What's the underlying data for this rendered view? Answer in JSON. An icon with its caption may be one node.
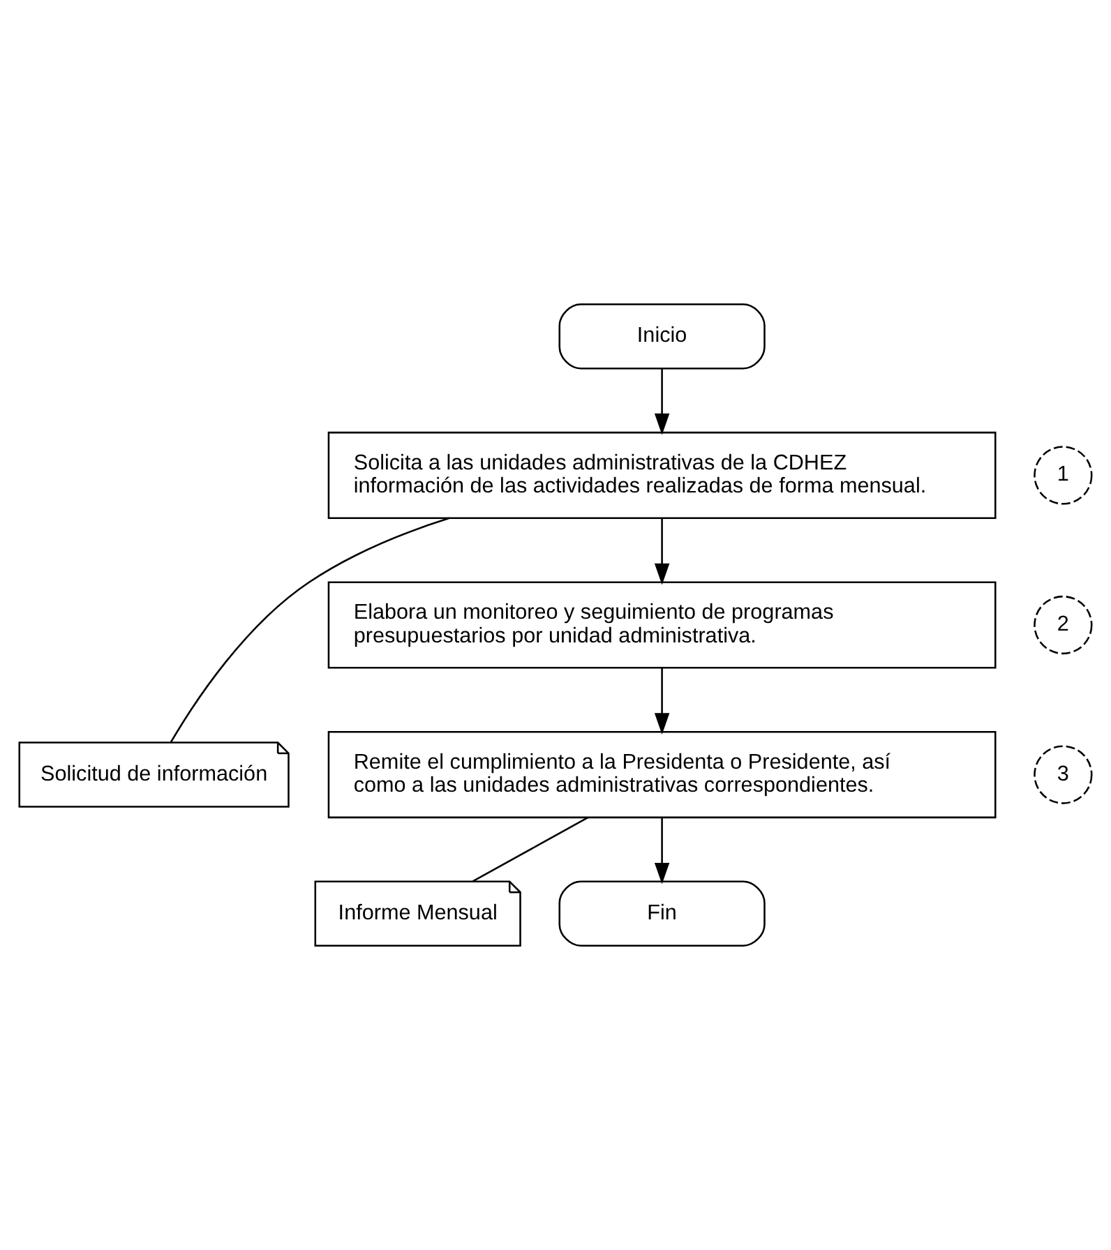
{
  "diagram": {
    "nodes": [
      {
        "text": [
          "Inicio"
        ]
      },
      {
        "text": [
          "Solicita a las unidades administrativas de la CDHEZ información de las actividades realizadas de forma mensual."
        ]
      },
      {
        "text": [
          "1"
        ]
      },
      {
        "text": [
          "Solicitud de información"
        ]
      },
      {
        "text": [
          "Elabora un monitoreo y seguimiento de programas presupuestarios por unidad administrativa."
        ]
      },
      {
        "text": [
          "2"
        ]
      },
      {
        "text": [
          "Remite el cumplimiento a la Presidenta o Presidente, así como a las unidades administrativas correspondientes."
        ]
      },
      {
        "text": [
          "3"
        ]
      },
      {
        "text": [
          "Informe Mensual"
        ]
      },
      {
        "text": [
          "Fin"
        ]
      }
    ],
    "edges": [
      {
        "from": 0,
        "to": 1,
        "arrow": "to"
      },
      {
        "from": 1,
        "to": 3,
        "arrow": "none"
      },
      {
        "from": 1,
        "to": 4,
        "arrow": "to"
      },
      {
        "from": 4,
        "to": 6,
        "arrow": "to"
      },
      {
        "from": 6,
        "to": 8,
        "arrow": "none"
      },
      {
        "from": 6,
        "to": 9,
        "arrow": "to"
      }
    ]
  }
}
